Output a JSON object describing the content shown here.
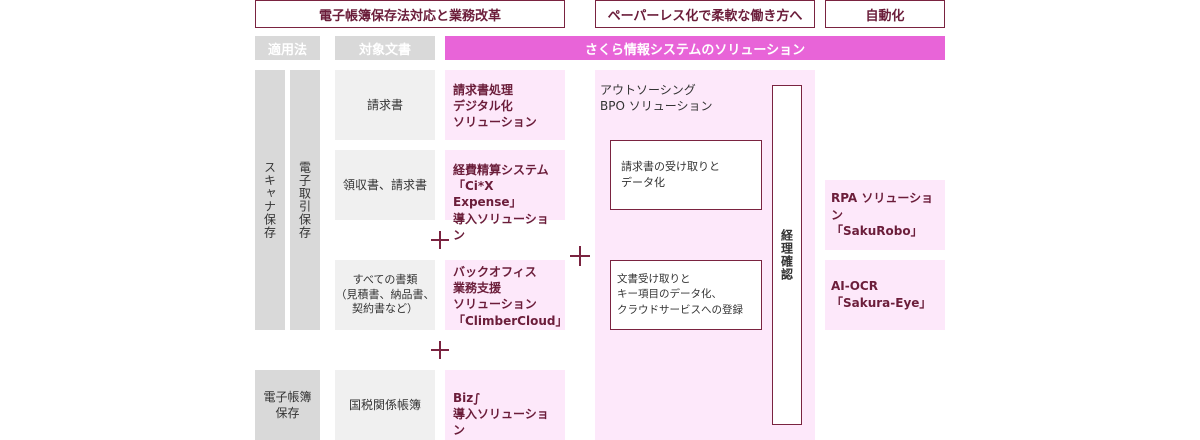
{
  "headers": {
    "law_reform": "電子帳簿保存法対応と業務改革",
    "paperless": "ペーパーレス化で柔軟な働き方へ",
    "automation": "自動化"
  },
  "tags": {
    "applicable_law": "適用法",
    "target_docs": "対象文書",
    "solutions": "さくら情報システムのソリューション"
  },
  "laws": {
    "scanner": "スキャナ保存",
    "electronic": "電子取引保存",
    "ledger": "電子帳簿\n保存"
  },
  "documents": [
    "請求書",
    "領収書、請求書",
    "すべての書類\n（見積書、納品書、\n契約書など）",
    "国税関係帳簿"
  ],
  "solutions": [
    "請求書処理\nデジタル化\nソリューション",
    "経費精算システム\n「Ci*X Expense」\n導入ソリューション",
    "バックオフィス\n業務支援\nソリューション\n「ClimberCloud」",
    "Biz∫\n導入ソリューション"
  ],
  "bpo": {
    "title": "アウトソーシング\nBPO ソリューション",
    "step1": "請求書の受け取りと\nデータ化",
    "step2": "文書受け取りと\nキー項目のデータ化、\nクラウドサービスへの登録",
    "check": "経理確認"
  },
  "automation": [
    "RPA ソリューション\n「SakuRobo」",
    "AI-OCR\n「Sakura-Eye」"
  ],
  "colors": {
    "accent_pink": "#e864d8",
    "light_pink": "#fde8fa",
    "maroon": "#7a2340",
    "grey": "#d9d9d9"
  }
}
